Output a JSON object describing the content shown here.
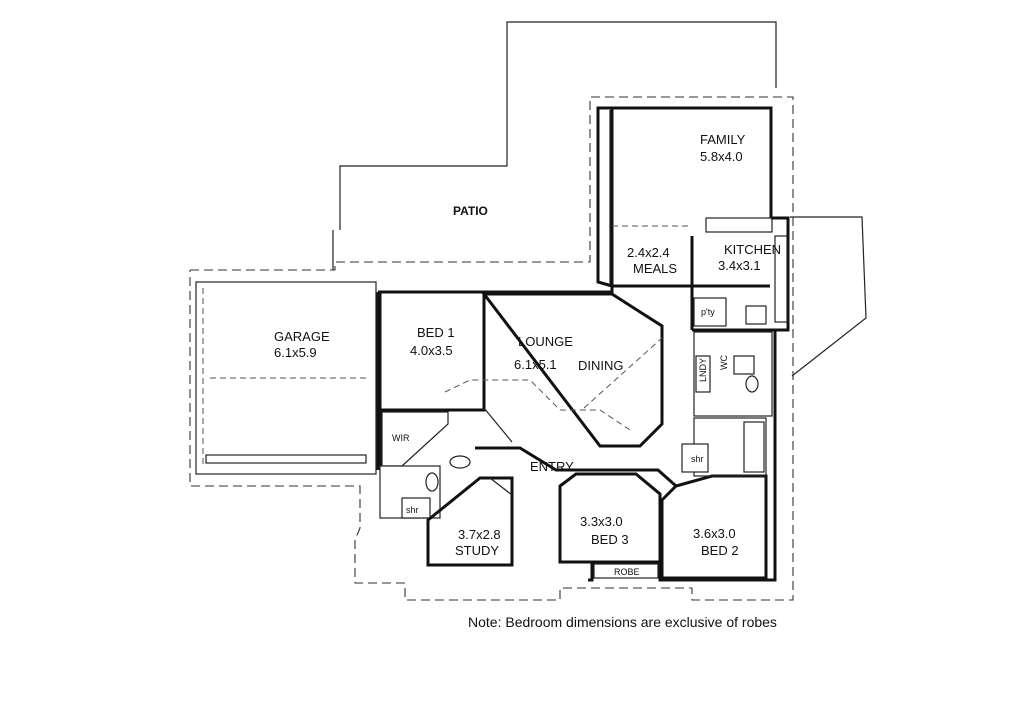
{
  "plan": {
    "rooms": {
      "patio": {
        "name": "PATIO"
      },
      "family": {
        "name": "FAMILY",
        "size": "5.8x4.0"
      },
      "meals": {
        "name": "MEALS",
        "size": "2.4x2.4"
      },
      "kitchen": {
        "name": "KITCHEN",
        "size": "3.4x3.1"
      },
      "garage": {
        "name": "GARAGE",
        "size": "6.1x5.9"
      },
      "bed1": {
        "name": "BED 1",
        "size": "4.0x3.5"
      },
      "lounge": {
        "name": "LOUNGE",
        "size": "6.1x5.1"
      },
      "dining": {
        "name": "DINING"
      },
      "entry": {
        "name": "ENTRY"
      },
      "study": {
        "name": "STUDY",
        "size": "3.7x2.8"
      },
      "bed3": {
        "name": "BED 3",
        "size": "3.3x3.0"
      },
      "bed2": {
        "name": "BED 2",
        "size": "3.6x3.0"
      }
    },
    "fixtures": {
      "wir": "WIR",
      "shr_ensuite": "shr",
      "shr_bath": "shr",
      "pty": "p'ty",
      "robe": "ROBE",
      "lndy": "LNDY",
      "wc": "WC"
    },
    "note": "Note: Bedroom dimensions are exclusive of robes"
  }
}
